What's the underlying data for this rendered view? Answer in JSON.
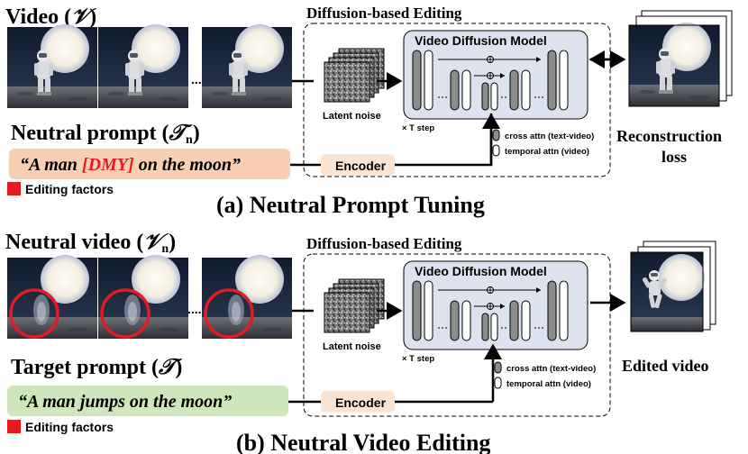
{
  "colors": {
    "neutral_prompt_bg": "#f8cfb3",
    "target_prompt_bg": "#cfe6bd",
    "encoder_bg": "#fce4d2",
    "editing_factor": "#e31b23",
    "model_bg": "#dde3ee",
    "circle": "#e31b23"
  },
  "panel_a": {
    "video_label": "Video (",
    "video_symbol": "𝒱",
    "video_close": ")",
    "section_title": "Diffusion-based Editing",
    "model_title": "Video Diffusion Model",
    "latent_label": "Latent noise",
    "tstep_label": "× T step",
    "legend_cross": "cross attn (text-video)",
    "legend_temporal": "temporal attn (video)",
    "prompt_heading": "Neutral prompt (",
    "prompt_symbol": "𝒯",
    "prompt_subscript": "n",
    "prompt_close": ")",
    "prompt_pre": "“A man ",
    "prompt_token": "[DMY]",
    "prompt_post": " on the moon”",
    "encoder_label": "Encoder",
    "editing_factors": "Editing factors",
    "output_label_1": "Reconstruction",
    "output_label_2": "loss",
    "caption": "(a) Neutral Prompt Tuning"
  },
  "panel_b": {
    "video_label": "Neutral video (",
    "video_symbol": "𝒱",
    "video_subscript": "n",
    "video_close": ")",
    "section_title": "Diffusion-based Editing",
    "model_title": "Video Diffusion Model",
    "latent_label": "Latent noise",
    "tstep_label": "× T step",
    "legend_cross": "cross attn (text-video)",
    "legend_temporal": "temporal attn (video)",
    "prompt_heading": "Target prompt (",
    "prompt_symbol": "𝒯",
    "prompt_close": ")",
    "prompt_text": "“A man jumps on the moon”",
    "encoder_label": "Encoder",
    "editing_factors": "Editing factors",
    "output_label": "Edited video",
    "caption": "(b) Neutral Video Editing"
  }
}
